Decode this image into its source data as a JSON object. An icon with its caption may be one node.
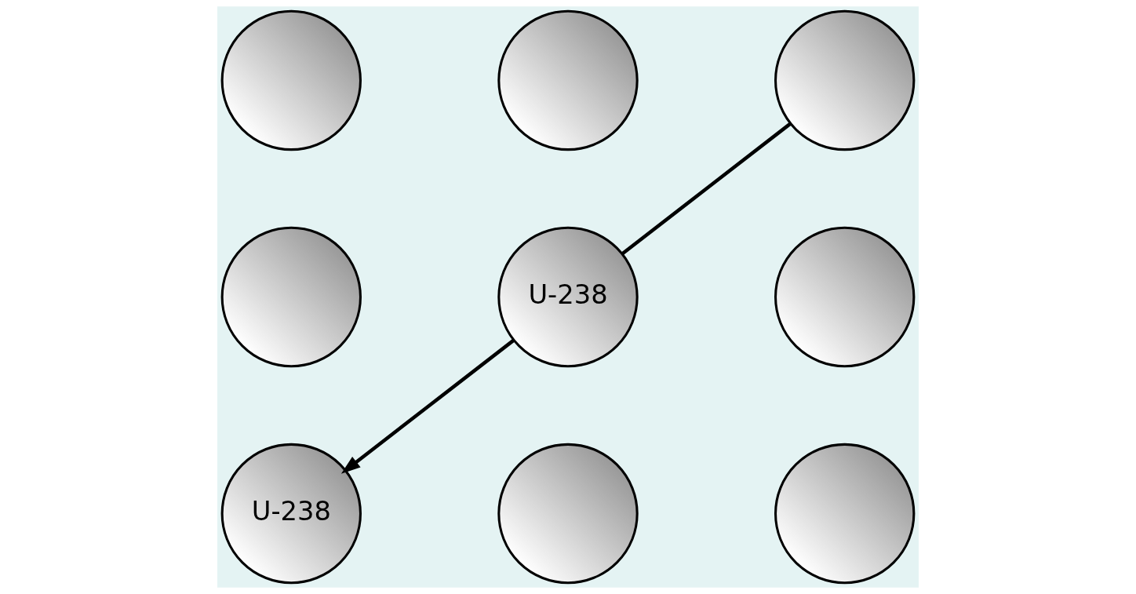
{
  "diagram": {
    "nodes": [
      {
        "text": [],
        "shape": "circle"
      },
      {
        "text": [],
        "shape": "circle"
      },
      {
        "text": [],
        "shape": "circle"
      },
      {
        "text": [],
        "shape": "circle"
      },
      {
        "text": [
          "U-238"
        ]
      },
      {
        "text": [],
        "shape": "circle"
      },
      {
        "text": [
          "U-238"
        ]
      },
      {
        "text": [],
        "shape": "circle"
      },
      {
        "text": [],
        "shape": "circle"
      }
    ],
    "edges": [
      {
        "from": 2,
        "to": 4,
        "arrow": "none"
      },
      {
        "from": 4,
        "to": 6,
        "arrow": "to"
      }
    ]
  }
}
